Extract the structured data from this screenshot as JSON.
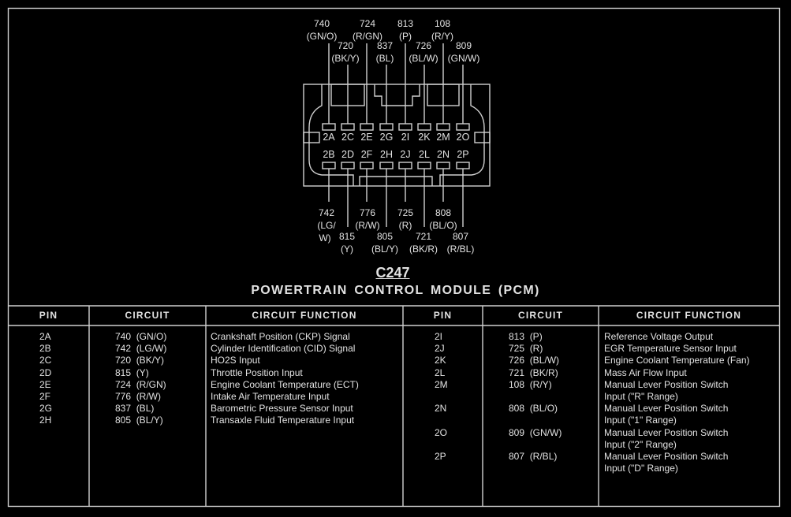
{
  "connector": {
    "id": "C247",
    "name": "POWERTRAIN CONTROL MODULE (PCM)",
    "top_pins": [
      {
        "pin": "2A",
        "circuit": "740",
        "color": "(GN/O)"
      },
      {
        "pin": "2C",
        "circuit": "720",
        "color": "(BK/Y)"
      },
      {
        "pin": "2E",
        "circuit": "724",
        "color": "(R/GN)"
      },
      {
        "pin": "2G",
        "circuit": "837",
        "color": "(BL)"
      },
      {
        "pin": "2I",
        "circuit": "813",
        "color": "(P)"
      },
      {
        "pin": "2K",
        "circuit": "726",
        "color": "(BL/W)"
      },
      {
        "pin": "2M",
        "circuit": "108",
        "color": "(R/Y)"
      },
      {
        "pin": "2O",
        "circuit": "809",
        "color": "(GN/W)"
      }
    ],
    "bottom_pins": [
      {
        "pin": "2B",
        "circuit": "742",
        "color": "(LG/",
        "color_cont": "W)"
      },
      {
        "pin": "2D",
        "circuit": "815",
        "color": "(Y)"
      },
      {
        "pin": "2F",
        "circuit": "776",
        "color": "(R/W)"
      },
      {
        "pin": "2H",
        "circuit": "805",
        "color": "(BL/Y)"
      },
      {
        "pin": "2J",
        "circuit": "725",
        "color": "(R)"
      },
      {
        "pin": "2L",
        "circuit": "721",
        "color": "(BK/R)"
      },
      {
        "pin": "2N",
        "circuit": "808",
        "color": "(BL/O)"
      },
      {
        "pin": "2P",
        "circuit": "807",
        "color": "(R/BL)"
      }
    ]
  },
  "table": {
    "headers": {
      "pin": "PIN",
      "circuit": "CIRCUIT",
      "function": "CIRCUIT  FUNCTION"
    },
    "left_rows": [
      {
        "pin": "2A",
        "circuit": "740  (GN/O)",
        "function": "Crankshaft Position (CKP) Signal"
      },
      {
        "pin": "2B",
        "circuit": "742  (LG/W)",
        "function": "Cylinder Identification (CID) Signal"
      },
      {
        "pin": "2C",
        "circuit": "720  (BK/Y)",
        "function": "HO2S Input"
      },
      {
        "pin": "2D",
        "circuit": "815  (Y)",
        "function": "Throttle Position Input"
      },
      {
        "pin": "2E",
        "circuit": "724  (R/GN)",
        "function": "Engine Coolant Temperature (ECT)"
      },
      {
        "pin": "2F",
        "circuit": "776  (R/W)",
        "function": "Intake Air Temperature Input"
      },
      {
        "pin": "2G",
        "circuit": "837  (BL)",
        "function": "Barometric Pressure Sensor Input"
      },
      {
        "pin": "2H",
        "circuit": "805  (BL/Y)",
        "function": "Transaxle Fluid Temperature Input"
      }
    ],
    "right_rows": [
      {
        "pin": "2I",
        "circuit": "813  (P)",
        "function": "Reference Voltage Output"
      },
      {
        "pin": "2J",
        "circuit": "725  (R)",
        "function": "EGR Temperature Sensor Input"
      },
      {
        "pin": "2K",
        "circuit": "726  (BL/W)",
        "function": "Engine Coolant Temperature (Fan)"
      },
      {
        "pin": "2L",
        "circuit": "721  (BK/R)",
        "function": "Mass Air Flow Input"
      },
      {
        "pin": "2M",
        "circuit": "108  (R/Y)",
        "function": "Manual Lever Position Switch\nInput (\"R\" Range)"
      },
      {
        "pin": "2N",
        "circuit": "808  (BL/O)",
        "function": "Manual Lever Position Switch\nInput (\"1\" Range)"
      },
      {
        "pin": "2O",
        "circuit": "809  (GN/W)",
        "function": "Manual Lever Position Switch\nInput (\"2\" Range)"
      },
      {
        "pin": "2P",
        "circuit": "807  (R/BL)",
        "function": "Manual Lever Position Switch\nInput (\"D\" Range)"
      }
    ]
  }
}
